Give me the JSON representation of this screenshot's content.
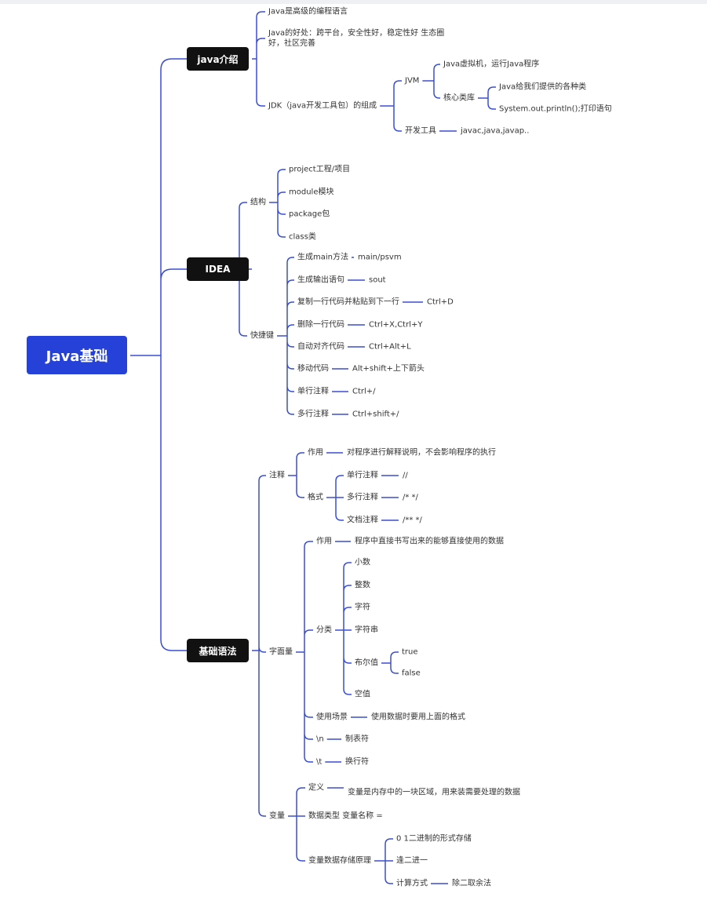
{
  "root": "Java基础",
  "line_color": "#3a4fd0",
  "nodes": {
    "intro": "java介绍",
    "intro_1": "Java是高级的编程语言",
    "intro_2": "Java的好处：跨平台，安全性好，稳定性好 生态圈好，社区完善",
    "jdk": "JDK（java开发工具包）的组成",
    "jvm": "JVM",
    "jvm_1": "Java虚拟机，运行Java程序",
    "corelib": "核心类库",
    "corelib_1": "Java给我们提供的各种类",
    "corelib_2": "System.out.println();打印语句",
    "devtools": "开发工具",
    "devtools_1": "javac,java,javap..",
    "idea": "IDEA",
    "structure": "结构",
    "s1": "project工程/项目",
    "s2": "module模块",
    "s3": "package包",
    "s4": "class类",
    "shortcuts": "快捷键",
    "k1": "生成main方法",
    "v1": "main/psvm",
    "k2": "生成输出语句",
    "v2": "sout",
    "k3": "复制一行代码并粘贴到下一行",
    "v3": "Ctrl+D",
    "k4": "删除一行代码",
    "v4": "Ctrl+X,Ctrl+Y",
    "k5": "自动对齐代码",
    "v5": "Ctrl+Alt+L",
    "k6": "移动代码",
    "v6": "Alt+shift+上下箭头",
    "k7": "单行注释",
    "v7": "Ctrl+/",
    "k8": "多行注释",
    "v8": "Ctrl+shift+/",
    "syntax": "基础语法",
    "comment": "注释",
    "c_use": "作用",
    "c_use_v": "对程序进行解释说明，不会影响程序的执行",
    "c_fmt": "格式",
    "c_single": "单行注释",
    "c_single_v": "//",
    "c_multi": "多行注释",
    "c_multi_v": "/* */",
    "c_doc": "文档注释",
    "c_doc_v": "/** */",
    "literal": "字面量",
    "l_use": "作用",
    "l_use_v": "程序中直接书写出来的能够直接使用的数据",
    "l_cat": "分类",
    "t1": "小数",
    "t2": "整数",
    "t3": "字符",
    "t4": "字符串",
    "t5": "布尔值",
    "t5a": "true",
    "t5b": "false",
    "t6": "空值",
    "l_scene": "使用场景",
    "l_scene_v": "使用数据时要用上面的格式",
    "l_n": "\\n",
    "l_n_v": "制表符",
    "l_t": "\\t",
    "l_t_v": "换行符",
    "var": "变量",
    "v_def": "定义",
    "v_def_v": "变量是内存中的一块区域，用来装需要处理的数据",
    "v_decl": "数据类型  变量名称 =",
    "v_store": "变量数据存储原理",
    "st1": "0 1二进制的形式存储",
    "st2": "逢二进一",
    "st3": "计算方式",
    "st3_v": "除二取余法"
  }
}
